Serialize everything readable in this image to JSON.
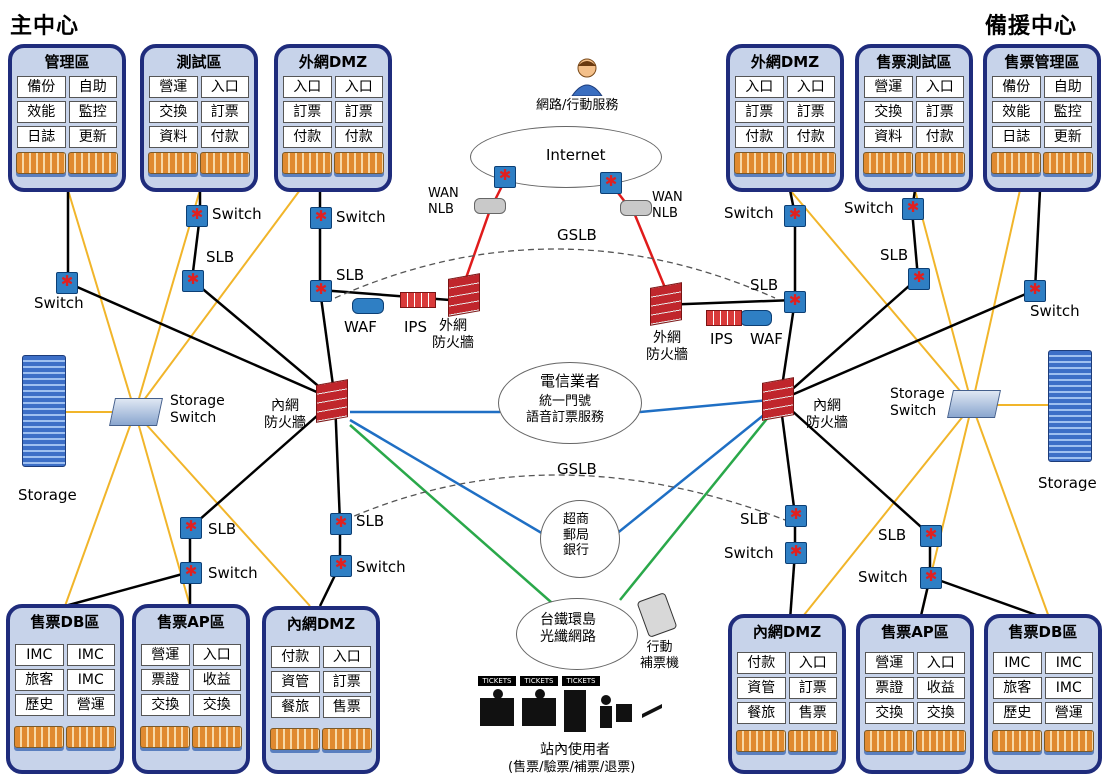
{
  "titles": {
    "main": "主中心",
    "backup": "備援中心"
  },
  "zones": {
    "l_mgmt": {
      "title": "管理區",
      "cells": [
        "備份",
        "自助",
        "效能",
        "監控",
        "日誌",
        "更新"
      ]
    },
    "l_test": {
      "title": "測試區",
      "cells": [
        "營運",
        "入口",
        "交換",
        "訂票",
        "資料",
        "付款"
      ]
    },
    "l_dmz": {
      "title": "外網DMZ",
      "cells": [
        "入口",
        "入口",
        "訂票",
        "訂票",
        "付款",
        "付款"
      ]
    },
    "r_dmz": {
      "title": "外網DMZ",
      "cells": [
        "入口",
        "入口",
        "訂票",
        "訂票",
        "付款",
        "付款"
      ]
    },
    "r_test": {
      "title": "售票測試區",
      "cells": [
        "營運",
        "入口",
        "交換",
        "訂票",
        "資料",
        "付款"
      ]
    },
    "r_mgmt": {
      "title": "售票管理區",
      "cells": [
        "備份",
        "自助",
        "效能",
        "監控",
        "日誌",
        "更新"
      ]
    },
    "l_db": {
      "title": "售票DB區",
      "cells": [
        "IMC",
        "IMC",
        "旅客",
        "IMC",
        "歷史",
        "營運"
      ]
    },
    "l_ap": {
      "title": "售票AP區",
      "cells": [
        "營運",
        "入口",
        "票證",
        "收益",
        "交換",
        "交換"
      ]
    },
    "l_idmz": {
      "title": "內網DMZ",
      "cells": [
        "付款",
        "入口",
        "資管",
        "訂票",
        "餐旅",
        "售票"
      ]
    },
    "r_idmz": {
      "title": "內網DMZ",
      "cells": [
        "付款",
        "入口",
        "資管",
        "訂票",
        "餐旅",
        "售票"
      ]
    },
    "r_ap": {
      "title": "售票AP區",
      "cells": [
        "營運",
        "入口",
        "票證",
        "收益",
        "交換",
        "交換"
      ]
    },
    "r_db": {
      "title": "售票DB區",
      "cells": [
        "IMC",
        "IMC",
        "旅客",
        "IMC",
        "歷史",
        "營運"
      ]
    }
  },
  "labels": {
    "switch": "Switch",
    "slb": "SLB",
    "waf": "WAF",
    "ips": "IPS",
    "ext_fw": "外網\n防火牆",
    "int_fw": "內網\n防火牆",
    "storage": "Storage",
    "storage_switch": "Storage\nSwitch",
    "wan_nlb": "WAN\nNLB",
    "gslb": "GSLB",
    "internet": "Internet",
    "web_service": "網路/行動服務",
    "telecom": "電信業者",
    "telecom_sub": "統一門號\n語音訂票服務",
    "stores": "超商\n郵局\n銀行",
    "rail_net": "台鐵環島\n光纖網路",
    "mobile_kiosk": "行動\n補票機",
    "station_users": "站內使用者",
    "station_users_sub": "(售票/驗票/補票/退票)",
    "ticket_sign": "TICKETS"
  },
  "colors": {
    "zone_border": "#1f2c7c",
    "zone_fill": "#c7d3ea",
    "black_link": "#000000",
    "yellow_link": "#f1b52a",
    "red_link": "#e01b1b",
    "blue_link": "#1f6fc4",
    "green_link": "#2aa84a"
  }
}
